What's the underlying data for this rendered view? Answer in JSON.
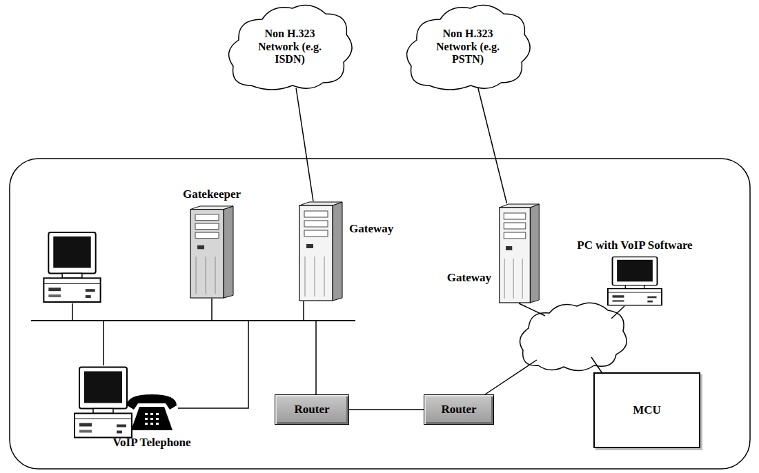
{
  "diagram": {
    "nodes": [
      {
        "text": [
          "Non H.323 Network (e.g. ISDN)"
        ]
      },
      {
        "text": [
          "Non H.323 Network (e.g. PSTN)"
        ]
      },
      {
        "text": [
          "Gatekeeper"
        ]
      },
      {
        "text": [
          "Gateway"
        ]
      },
      {
        "text": [
          "PC with VoIP Software"
        ]
      },
      {
        "text": [
          "Gateway"
        ]
      },
      {
        "text": [
          "Router"
        ]
      },
      {
        "text": [
          "Router"
        ]
      },
      {
        "text": [
          "VoIP Telephone"
        ]
      },
      {
        "text": [
          "MCU"
        ]
      }
    ],
    "edges": [
      {
        "from": 0,
        "to": 3,
        "arrow": "none"
      },
      {
        "from": 1,
        "to": 5,
        "arrow": "none"
      },
      {
        "from": 6,
        "to": 7,
        "arrow": "none"
      }
    ]
  }
}
